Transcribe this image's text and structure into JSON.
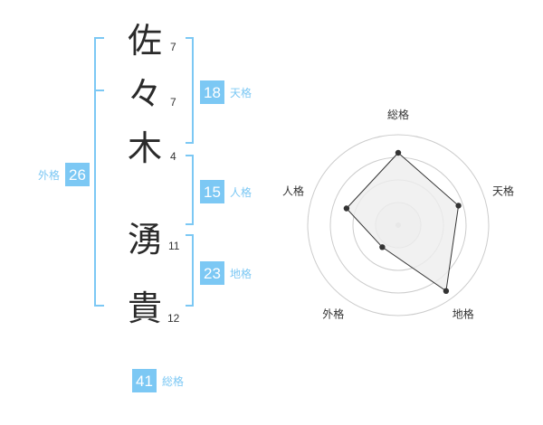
{
  "name_chars": [
    {
      "char": "佐",
      "strokes": "7"
    },
    {
      "char": "々",
      "strokes": "7"
    },
    {
      "char": "木",
      "strokes": "4"
    },
    {
      "char": "湧",
      "strokes": "11"
    },
    {
      "char": "貴",
      "strokes": "12"
    }
  ],
  "fortunes": {
    "tenkaku": {
      "value": "18",
      "label": "天格"
    },
    "jinkaku": {
      "value": "15",
      "label": "人格"
    },
    "chikaku": {
      "value": "23",
      "label": "地格"
    },
    "gaikaku": {
      "value": "26",
      "label": "外格"
    },
    "soukaku": {
      "value": "41",
      "label": "総格"
    }
  },
  "chart_data": {
    "type": "radar",
    "axes": [
      "総格",
      "天格",
      "地格",
      "外格",
      "人格"
    ],
    "values": [
      4,
      3.5,
      4.5,
      1.5,
      3
    ],
    "max": 5,
    "rings": 4,
    "colors": {
      "fill": "#eeeeee",
      "line": "#333333",
      "ring": "#cccccc",
      "accent": "#7cc8f4"
    }
  }
}
